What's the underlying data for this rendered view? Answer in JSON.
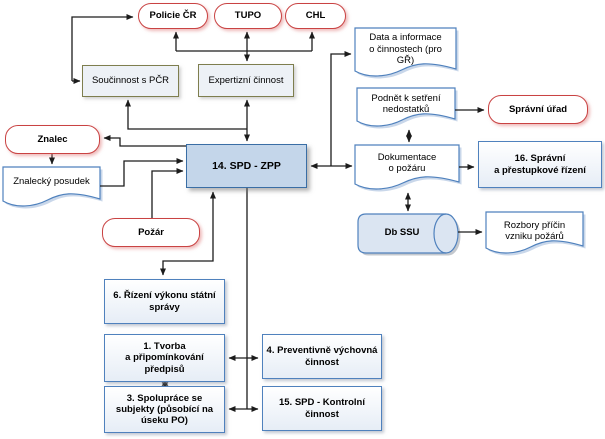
{
  "diagram": {
    "nodes": {
      "policie": "Policie ČR",
      "tupo": "TUPO",
      "chl": "CHL",
      "soucinnost": "Součinnost s PČR",
      "expertizni": "Expertizní činnost",
      "data_informace": "Data a informace\no činnostech (pro\nGŘ)",
      "podnet": "Podnět k setření\nnedostatků",
      "spravni_urad": "Správní úřad",
      "znalec": "Znalec",
      "znalecky_posudek": "Znalecký posudek",
      "pozar": "Požár",
      "spd_zpp": "14. SPD - ZPP",
      "dokumentace": "Dokumentace\no požáru",
      "spravni_rizeni": "16. Správní\na přestupkové řízení",
      "db_ssu": "Db SSU",
      "rozbory": "Rozbory příčin\nvzniku požárů",
      "rizeni_vykonu": "6. Řízení výkonu státní\nsprávy",
      "tvorba": "1. Tvorba\na připomínkování\npředpisů",
      "spoluprace": "3. Spolupráce se\nsubjekty (působící na\núseku PO)",
      "preventivne": "4. Preventivně výchovná\nčinnost",
      "spd_kontrolni": "15. SPD - Kontrolní\nčinnost"
    },
    "colors": {
      "terminator_border": "#c94343",
      "process_border": "#7e7e4e",
      "blue_border": "#4f81bd",
      "spd_fill": "#c4d6ea",
      "cylinder_fill": "#dbe5f2",
      "doc_fill": "#ffffff",
      "line": "#1c1c1c"
    }
  }
}
